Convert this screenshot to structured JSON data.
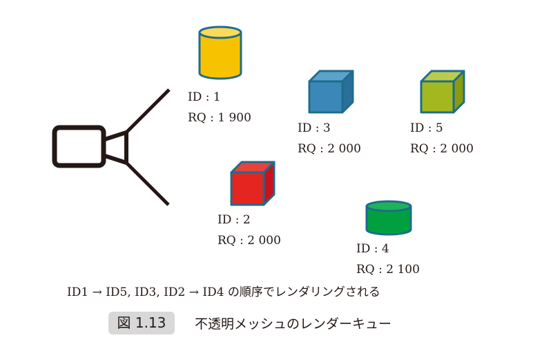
{
  "objects": [
    {
      "id_label": "ID : 1",
      "rq_label": "RQ : 1 900",
      "shape": "cylinder",
      "color": "#f7c300"
    },
    {
      "id_label": "ID : 2",
      "rq_label": "RQ : 2 000",
      "shape": "cube",
      "color": "#e52620"
    },
    {
      "id_label": "ID : 3",
      "rq_label": "RQ : 2 000",
      "shape": "cube",
      "color": "#3b88b8"
    },
    {
      "id_label": "ID : 4",
      "rq_label": "RQ : 2 100",
      "shape": "cylinder",
      "color": "#00a040"
    },
    {
      "id_label": "ID : 5",
      "rq_label": "RQ : 2 000",
      "shape": "cube",
      "color": "#a3b81e"
    }
  ],
  "outline_color": "#1e6c8c",
  "order_caption": "ID1 → ID5, ID3, ID2 → ID4 の順序でレンダリングされる",
  "figure": {
    "number": "図 1.13",
    "title": "不透明メッシュのレンダーキュー"
  }
}
